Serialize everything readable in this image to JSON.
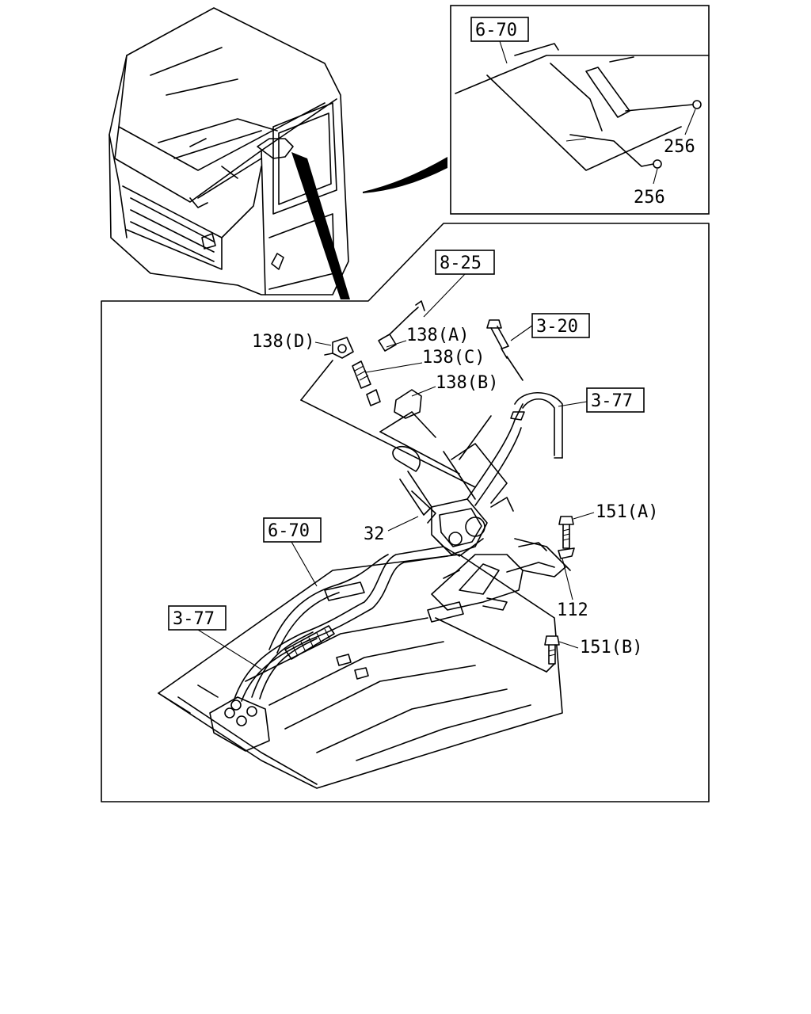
{
  "diagram": {
    "labels": {
      "ref_6_70_top": "6-70",
      "part_256_a": "256",
      "part_256_b": "256",
      "ref_8_25": "8-25",
      "ref_3_20": "3-20",
      "part_138d": "138(D)",
      "part_138a": "138(A)",
      "part_138c": "138(C)",
      "part_138b": "138(B)",
      "ref_3_77_right": "3-77",
      "part_32": "32",
      "part_151a": "151(A)",
      "ref_6_70_main": "6-70",
      "ref_3_77_left": "3-77",
      "part_112": "112",
      "part_151b": "151(B)"
    }
  }
}
